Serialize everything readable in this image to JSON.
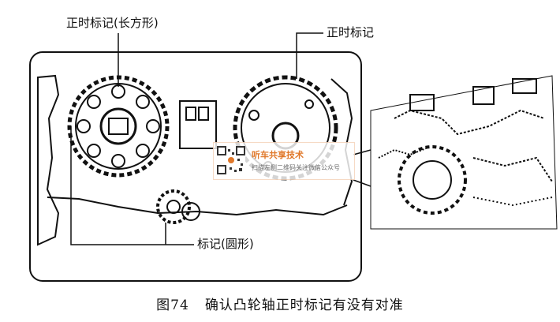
{
  "labels": {
    "timing_mark_oblong": "正时标记(长方形)",
    "timing_mark": "正时标记",
    "mark_round": "标记(圆形)"
  },
  "caption": {
    "figure_number": "图74",
    "title": "确认凸轮轴正时标记有没有对准"
  },
  "watermark": {
    "title": "听车共享技术",
    "subtitle": "扫描左侧二维码关注微信公众号"
  },
  "colors": {
    "line": "#111111",
    "watermark_accent": "#e0782a"
  }
}
